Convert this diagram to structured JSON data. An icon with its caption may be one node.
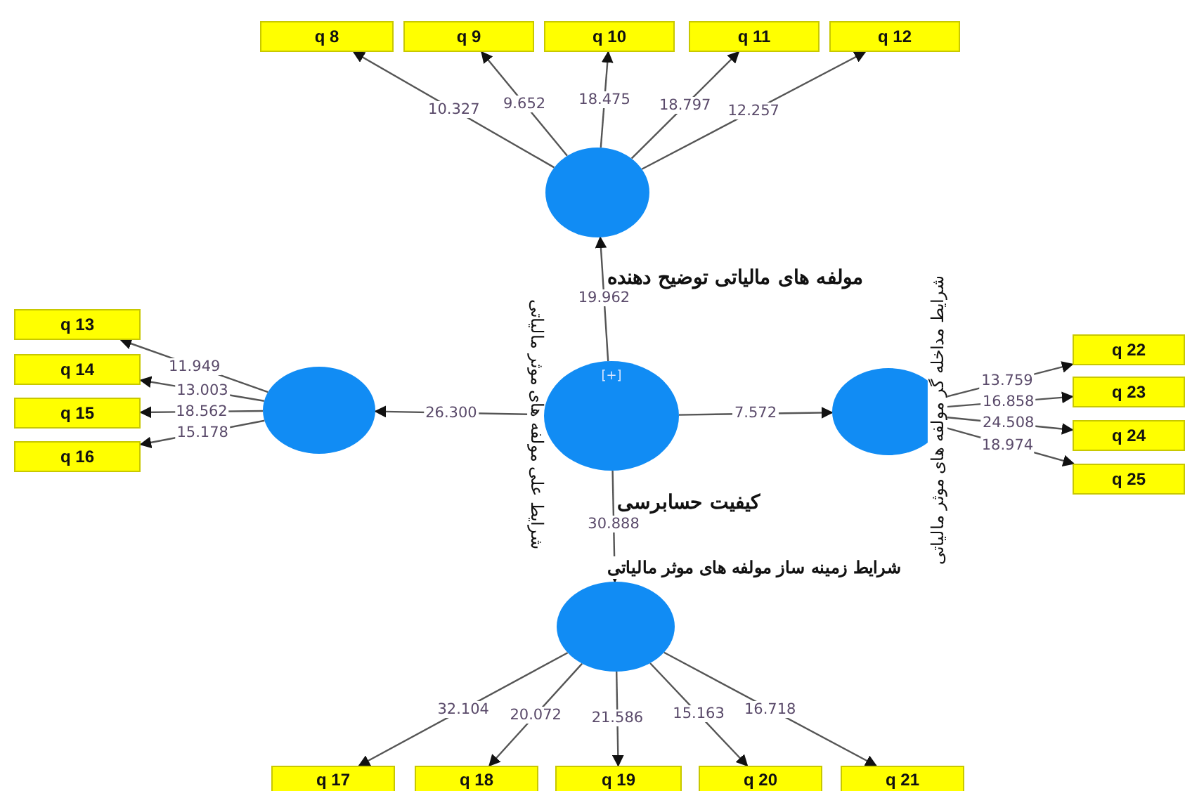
{
  "diagram": {
    "nodes": [
      {
        "text": [
          "q 8"
        ]
      },
      {
        "text": [
          "q 9"
        ]
      },
      {
        "text": [
          "q 10"
        ]
      },
      {
        "text": [
          "q 11"
        ]
      },
      {
        "text": [
          "q 12"
        ]
      },
      {
        "text": [
          "مولفه های مالیاتی توضیح دهنده"
        ]
      },
      {
        "text": [
          "q 13"
        ]
      },
      {
        "text": [
          "q 14"
        ]
      },
      {
        "text": [
          "q 15"
        ]
      },
      {
        "text": [
          "q 16"
        ]
      },
      {
        "text": [
          "شرایط علی مولفه های موثر مالیاتی"
        ]
      },
      {
        "text": [
          "[+]",
          "کیفیت حسابرسی"
        ]
      },
      {
        "text": [
          "شرایط مداخله گر مولفه های موثر مالیاتی"
        ]
      },
      {
        "text": [
          "q 22"
        ]
      },
      {
        "text": [
          "q 23"
        ]
      },
      {
        "text": [
          "q 24"
        ]
      },
      {
        "text": [
          "q 25"
        ]
      },
      {
        "text": [
          "شرایط زمینه ساز مولفه های موثر مالیاتی"
        ]
      },
      {
        "text": [
          "q 17"
        ]
      },
      {
        "text": [
          "q 18"
        ]
      },
      {
        "text": [
          "q 19"
        ]
      },
      {
        "text": [
          "q 20"
        ]
      },
      {
        "text": [
          "q 21"
        ]
      }
    ],
    "edges": [
      {
        "from": 5,
        "to": 0,
        "arrow": "to",
        "label": "10.327"
      },
      {
        "from": 5,
        "to": 1,
        "arrow": "to",
        "label": "9.652"
      },
      {
        "from": 5,
        "to": 2,
        "arrow": "to",
        "label": "18.475"
      },
      {
        "from": 5,
        "to": 3,
        "arrow": "to",
        "label": "18.797"
      },
      {
        "from": 5,
        "to": 4,
        "arrow": "to",
        "label": "12.257"
      },
      {
        "from": 10,
        "to": 6,
        "arrow": "to",
        "label": "11.949"
      },
      {
        "from": 10,
        "to": 7,
        "arrow": "to",
        "label": "13.003"
      },
      {
        "from": 10,
        "to": 8,
        "arrow": "to",
        "label": "18.562"
      },
      {
        "from": 10,
        "to": 9,
        "arrow": "to",
        "label": "15.178"
      },
      {
        "from": 11,
        "to": 5,
        "arrow": "to",
        "label": "19.962"
      },
      {
        "from": 11,
        "to": 10,
        "arrow": "to",
        "label": "26.300"
      },
      {
        "from": 11,
        "to": 12,
        "arrow": "to",
        "label": "7.572"
      },
      {
        "from": 11,
        "to": 17,
        "arrow": "to",
        "label": "30.888"
      },
      {
        "from": 12,
        "to": 13,
        "arrow": "to",
        "label": "13.759"
      },
      {
        "from": 12,
        "to": 14,
        "arrow": "to",
        "label": "16.858"
      },
      {
        "from": 12,
        "to": 15,
        "arrow": "to",
        "label": "24.508"
      },
      {
        "from": 12,
        "to": 16,
        "arrow": "to",
        "label": "18.974"
      },
      {
        "from": 17,
        "to": 18,
        "arrow": "to",
        "label": "32.104"
      },
      {
        "from": 17,
        "to": 19,
        "arrow": "to",
        "label": "20.072"
      },
      {
        "from": 17,
        "to": 20,
        "arrow": "to",
        "label": "21.586"
      },
      {
        "from": 17,
        "to": 21,
        "arrow": "to",
        "label": "15.163"
      },
      {
        "from": 17,
        "to": 22,
        "arrow": "to",
        "label": "16.718"
      }
    ]
  }
}
